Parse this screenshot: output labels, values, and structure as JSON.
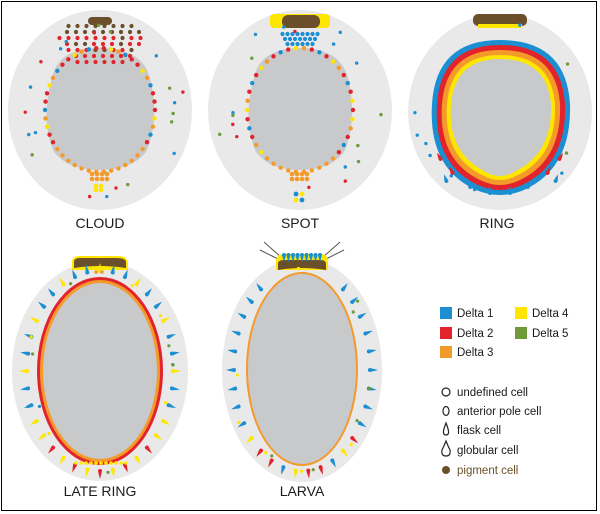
{
  "stages": [
    {
      "id": "cloud",
      "label": "CLOUD"
    },
    {
      "id": "spot",
      "label": "SPOT"
    },
    {
      "id": "ring",
      "label": "RING"
    },
    {
      "id": "late_ring",
      "label": "LATE RING"
    },
    {
      "id": "larva",
      "label": "LARVA"
    }
  ],
  "legend": {
    "deltas": [
      {
        "label": "Delta 1",
        "color": "#1b8fd2"
      },
      {
        "label": "Delta 2",
        "color": "#e3232b"
      },
      {
        "label": "Delta 3",
        "color": "#f39a2b"
      },
      {
        "label": "Delta 4",
        "color": "#ffe600"
      },
      {
        "label": "Delta 5",
        "color": "#6e9b37"
      }
    ],
    "cell_types": [
      {
        "label": "undefined cell",
        "shape": "circle-outline-icon"
      },
      {
        "label": "anterior pole cell",
        "shape": "oval-outline-icon"
      },
      {
        "label": "flask cell",
        "shape": "flask-outline-icon"
      },
      {
        "label": "globular cell",
        "shape": "globular-outline-icon"
      },
      {
        "label": "pigment cell",
        "shape": "pigment-dot-icon",
        "color": "#6b4f2a"
      }
    ]
  },
  "colors": {
    "embryo": "#e9e9ea",
    "core": "#c8c9cb",
    "pigment": "#6b4f2a"
  }
}
